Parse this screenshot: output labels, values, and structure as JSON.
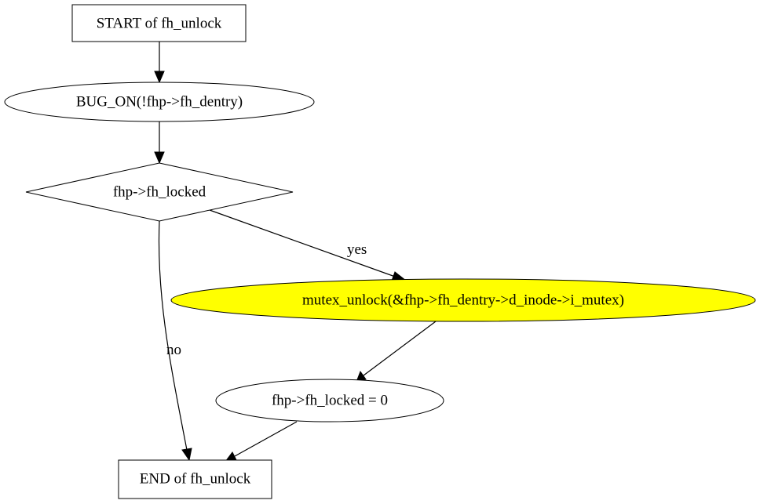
{
  "diagram": {
    "nodes": {
      "start": {
        "label": "START of fh_unlock",
        "shape": "box"
      },
      "bug_on": {
        "label": "BUG_ON(!fhp->fh_dentry)",
        "shape": "ellipse"
      },
      "decision": {
        "label": "fhp->fh_locked",
        "shape": "diamond"
      },
      "mutex_unlock": {
        "label": "mutex_unlock(&fhp->fh_dentry->d_inode->i_mutex)",
        "shape": "ellipse",
        "fill": "#ffff00"
      },
      "assign": {
        "label": "fhp->fh_locked = 0",
        "shape": "ellipse"
      },
      "end": {
        "label": "END of fh_unlock",
        "shape": "box"
      }
    },
    "edges": {
      "yes_label": "yes",
      "no_label": "no"
    },
    "colors": {
      "highlight": "#ffff00",
      "stroke": "#000000",
      "background": "#ffffff"
    }
  }
}
